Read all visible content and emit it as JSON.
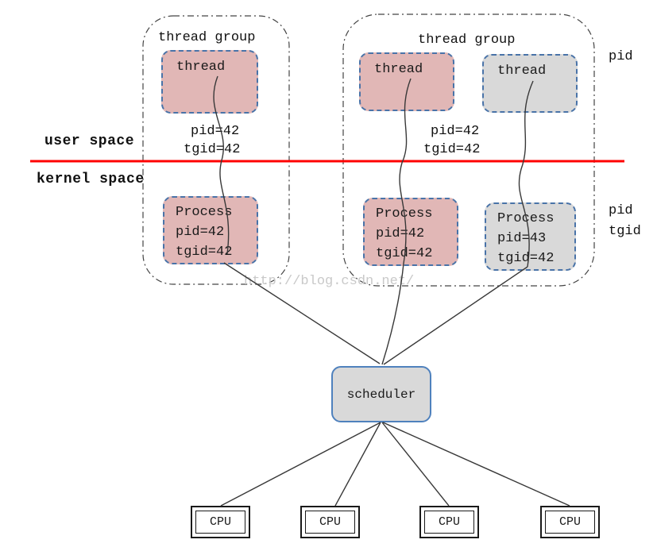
{
  "diagram": {
    "watermark": "http://blog.csdn.net/",
    "space_labels": {
      "user": "user space",
      "kernel": "kernel space"
    },
    "side_labels": {
      "pid_top": "pid",
      "pid_mid": "pid",
      "tgid_mid": "tgid"
    },
    "groups": [
      {
        "title": "thread group",
        "threads": [
          {
            "label": "thread",
            "variant": "pink"
          }
        ],
        "id_text": {
          "line1": "pid=42",
          "line2": "tgid=42"
        },
        "processes": [
          {
            "variant": "pink",
            "lines": [
              "Process",
              "pid=42",
              "tgid=42"
            ]
          }
        ]
      },
      {
        "title": "thread group",
        "threads": [
          {
            "label": "thread",
            "variant": "pink"
          },
          {
            "label": "thread",
            "variant": "gray"
          }
        ],
        "id_text": {
          "line1": "pid=42",
          "line2": "tgid=42"
        },
        "processes": [
          {
            "variant": "pink",
            "lines": [
              "Process",
              "pid=42",
              "tgid=42"
            ]
          },
          {
            "variant": "gray",
            "lines": [
              "Process",
              "pid=43",
              "tgid=42"
            ]
          }
        ]
      }
    ],
    "scheduler": {
      "label": "scheduler"
    },
    "cpus": [
      {
        "label": "CPU"
      },
      {
        "label": "CPU"
      },
      {
        "label": "CPU"
      },
      {
        "label": "CPU"
      }
    ],
    "colors": {
      "box_border_dashed": "#4973A8",
      "scheduler_border": "#4F81BD",
      "pink_fill": "#E1B7B6",
      "gray_fill": "#D9D9D9",
      "divider_red": "#FF0000",
      "connector": "#383838",
      "watermark_gray": "#C9C9C9"
    }
  }
}
